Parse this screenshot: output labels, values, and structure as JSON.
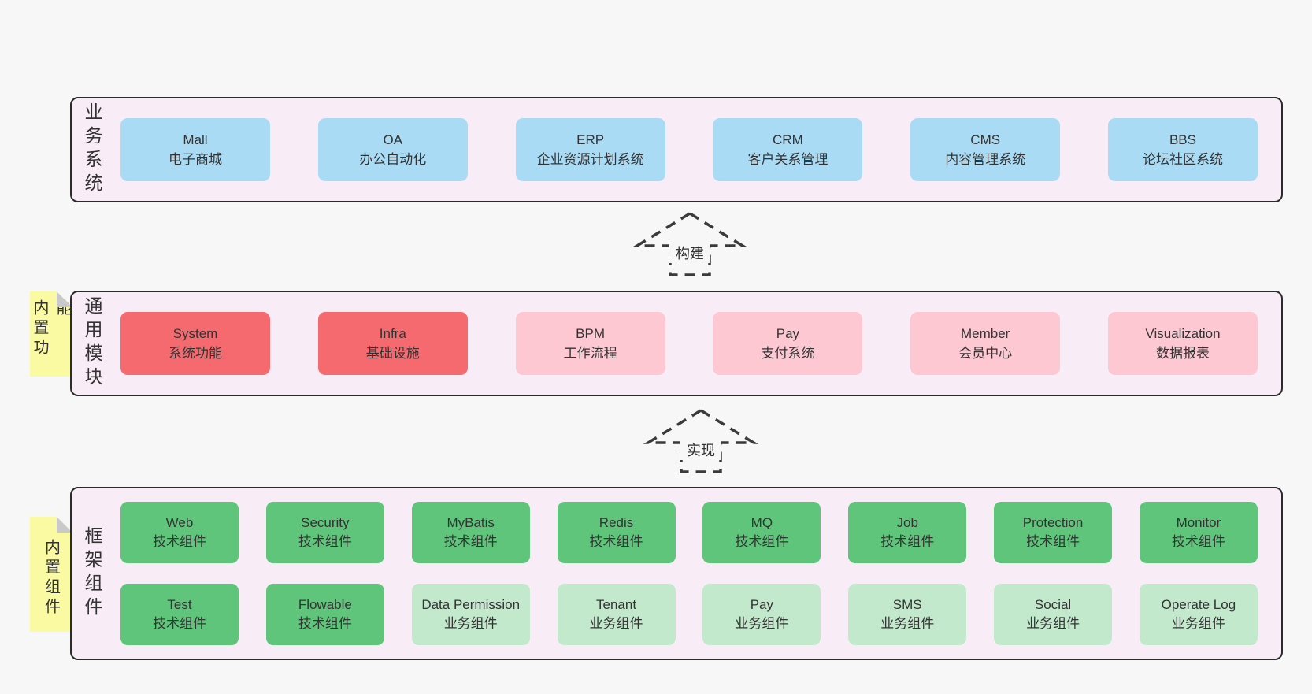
{
  "colors": {
    "pageBg": "#f7f7f7",
    "containerBg": "#f8edf6",
    "border": "#2b2b2b",
    "text": "#333333",
    "blue": "#a9dbf5",
    "red": "#f56a6e",
    "pink": "#fdc8d2",
    "greenDark": "#5fc57b",
    "greenLight": "#c3e9cd",
    "yellow": "#fafaa2",
    "fold": "#c9c9c9"
  },
  "sections": {
    "business": {
      "label": "业务系统",
      "boxes": [
        {
          "name": "Mall",
          "desc": "电子商城"
        },
        {
          "name": "OA",
          "desc": "办公自动化"
        },
        {
          "name": "ERP",
          "desc": "企业资源计划系统"
        },
        {
          "name": "CRM",
          "desc": "客户关系管理"
        },
        {
          "name": "CMS",
          "desc": "内容管理系统"
        },
        {
          "name": "BBS",
          "desc": "论坛社区系统"
        }
      ]
    },
    "common": {
      "label": "通用模块",
      "tag": "内置功能",
      "boxes": [
        {
          "name": "System",
          "desc": "系统功能"
        },
        {
          "name": "Infra",
          "desc": "基础设施"
        },
        {
          "name": "BPM",
          "desc": "工作流程"
        },
        {
          "name": "Pay",
          "desc": "支付系统"
        },
        {
          "name": "Member",
          "desc": "会员中心"
        },
        {
          "name": "Visualization",
          "desc": "数据报表"
        }
      ]
    },
    "framework": {
      "label": "框架组件",
      "tag": "内置组件",
      "rows": [
        [
          {
            "name": "Web",
            "desc": "技术组件"
          },
          {
            "name": "Security",
            "desc": "技术组件"
          },
          {
            "name": "MyBatis",
            "desc": "技术组件"
          },
          {
            "name": "Redis",
            "desc": "技术组件"
          },
          {
            "name": "MQ",
            "desc": "技术组件"
          },
          {
            "name": "Job",
            "desc": "技术组件"
          },
          {
            "name": "Protection",
            "desc": "技术组件"
          },
          {
            "name": "Monitor",
            "desc": "技术组件"
          }
        ],
        [
          {
            "name": "Test",
            "desc": "技术组件"
          },
          {
            "name": "Flowable",
            "desc": "技术组件"
          },
          {
            "name": "Data Permission",
            "desc": "业务组件"
          },
          {
            "name": "Tenant",
            "desc": "业务组件"
          },
          {
            "name": "Pay",
            "desc": "业务组件"
          },
          {
            "name": "SMS",
            "desc": "业务组件"
          },
          {
            "name": "Social",
            "desc": "业务组件"
          },
          {
            "name": "Operate Log",
            "desc": "业务组件"
          }
        ]
      ]
    }
  },
  "arrows": {
    "build": {
      "label": "构建"
    },
    "implement": {
      "label": "实现"
    }
  }
}
